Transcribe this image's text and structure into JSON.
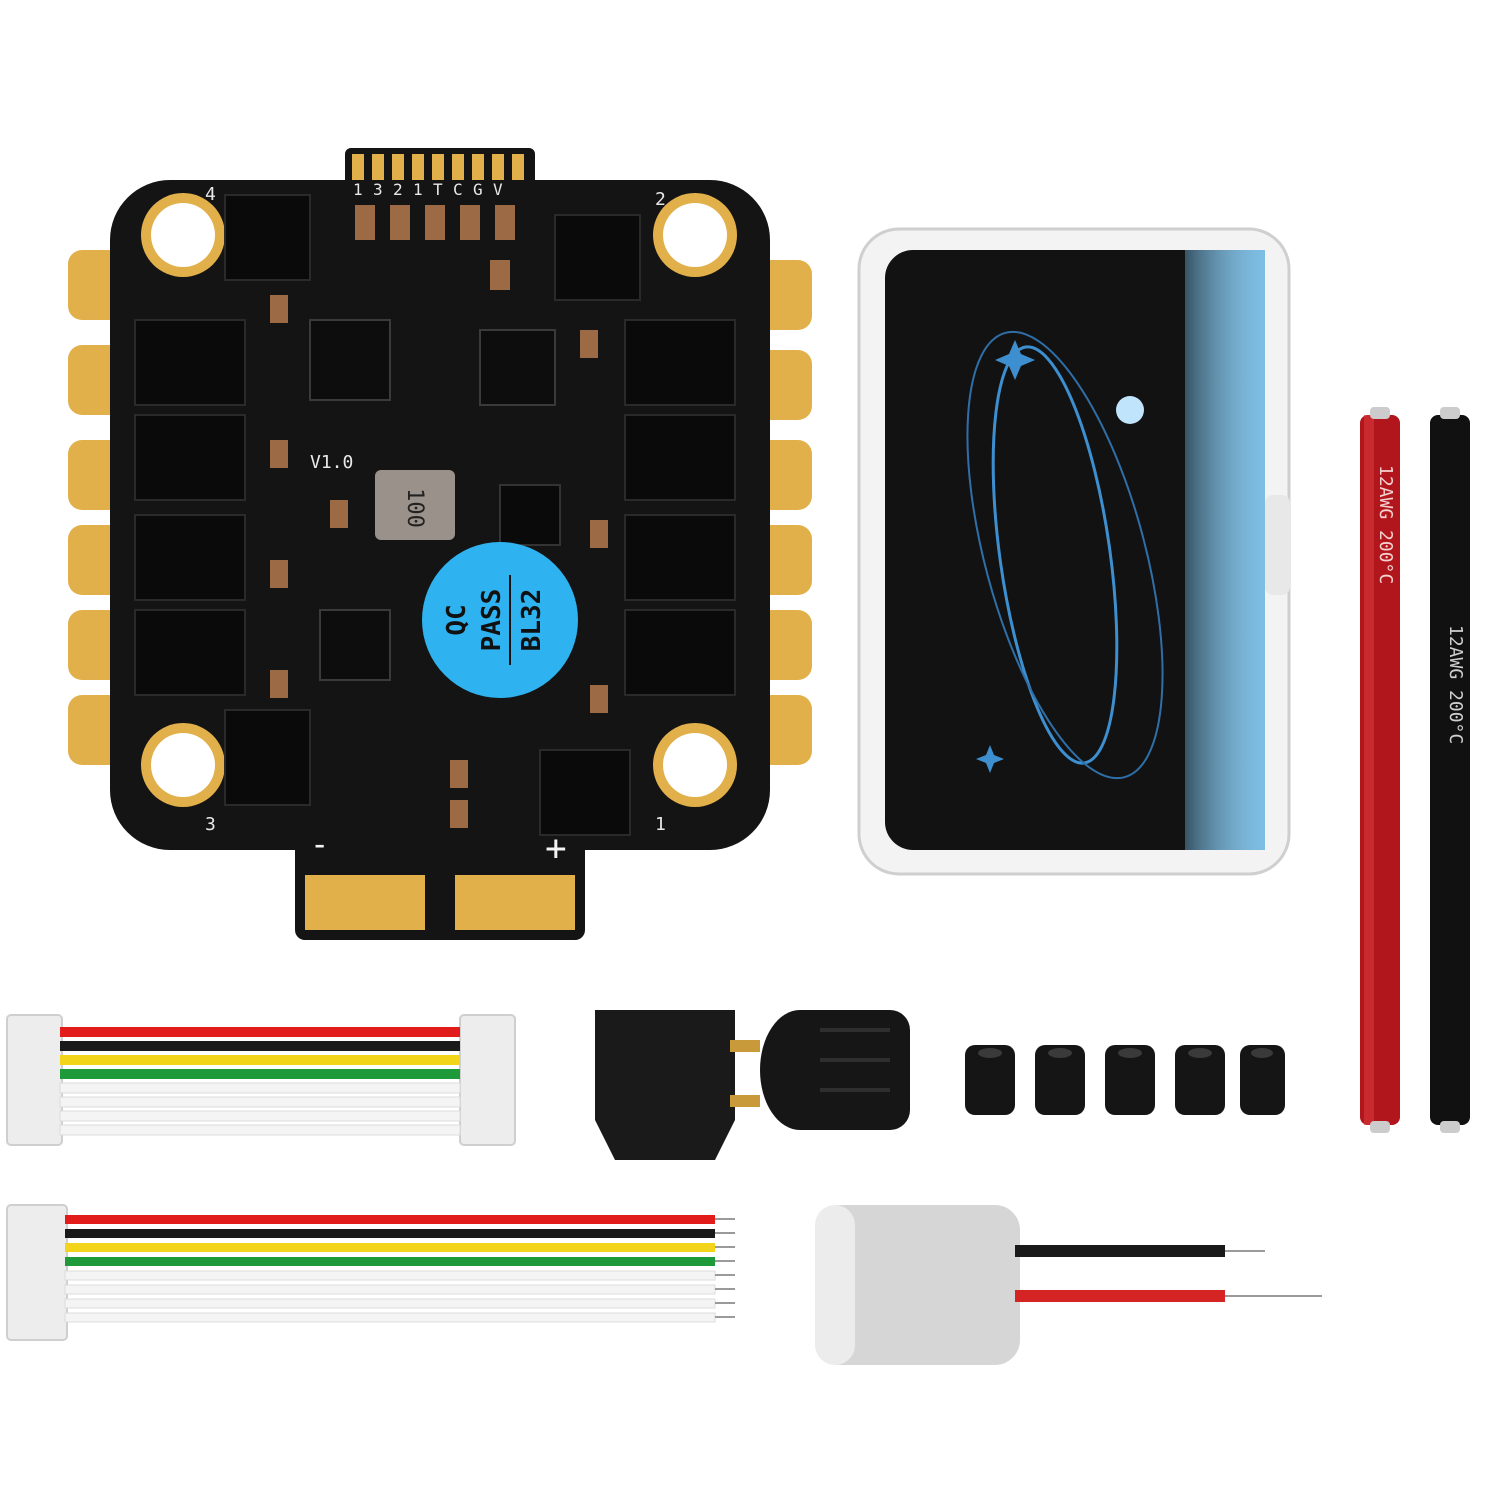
{
  "pcb": {
    "pin_labels": [
      "1",
      "3",
      "2",
      "1",
      "T",
      "C",
      "G",
      "V"
    ],
    "corner_labels": [
      "4",
      "2",
      "3",
      "1"
    ],
    "version": "V1.0",
    "power_pos": "+",
    "power_neg": "-",
    "inductor_code": "100",
    "sticker": {
      "line1": "QC",
      "line2": "PASS",
      "line3": "BL32"
    }
  },
  "wires": {
    "red_label": "12AWG 200°C",
    "black_label": "12AWG 200°C"
  },
  "colors": {
    "pcb": "#141414",
    "gold": "#e2b04a",
    "sticker": "#2fb3f0",
    "red_wire": "#b0161b",
    "black_wire": "#111111",
    "cable_red": "#e21b1b",
    "cable_black": "#1a1a1a",
    "cable_yellow": "#f2d41a",
    "cable_green": "#1e9a3a",
    "cable_white": "#f4f4f4"
  }
}
